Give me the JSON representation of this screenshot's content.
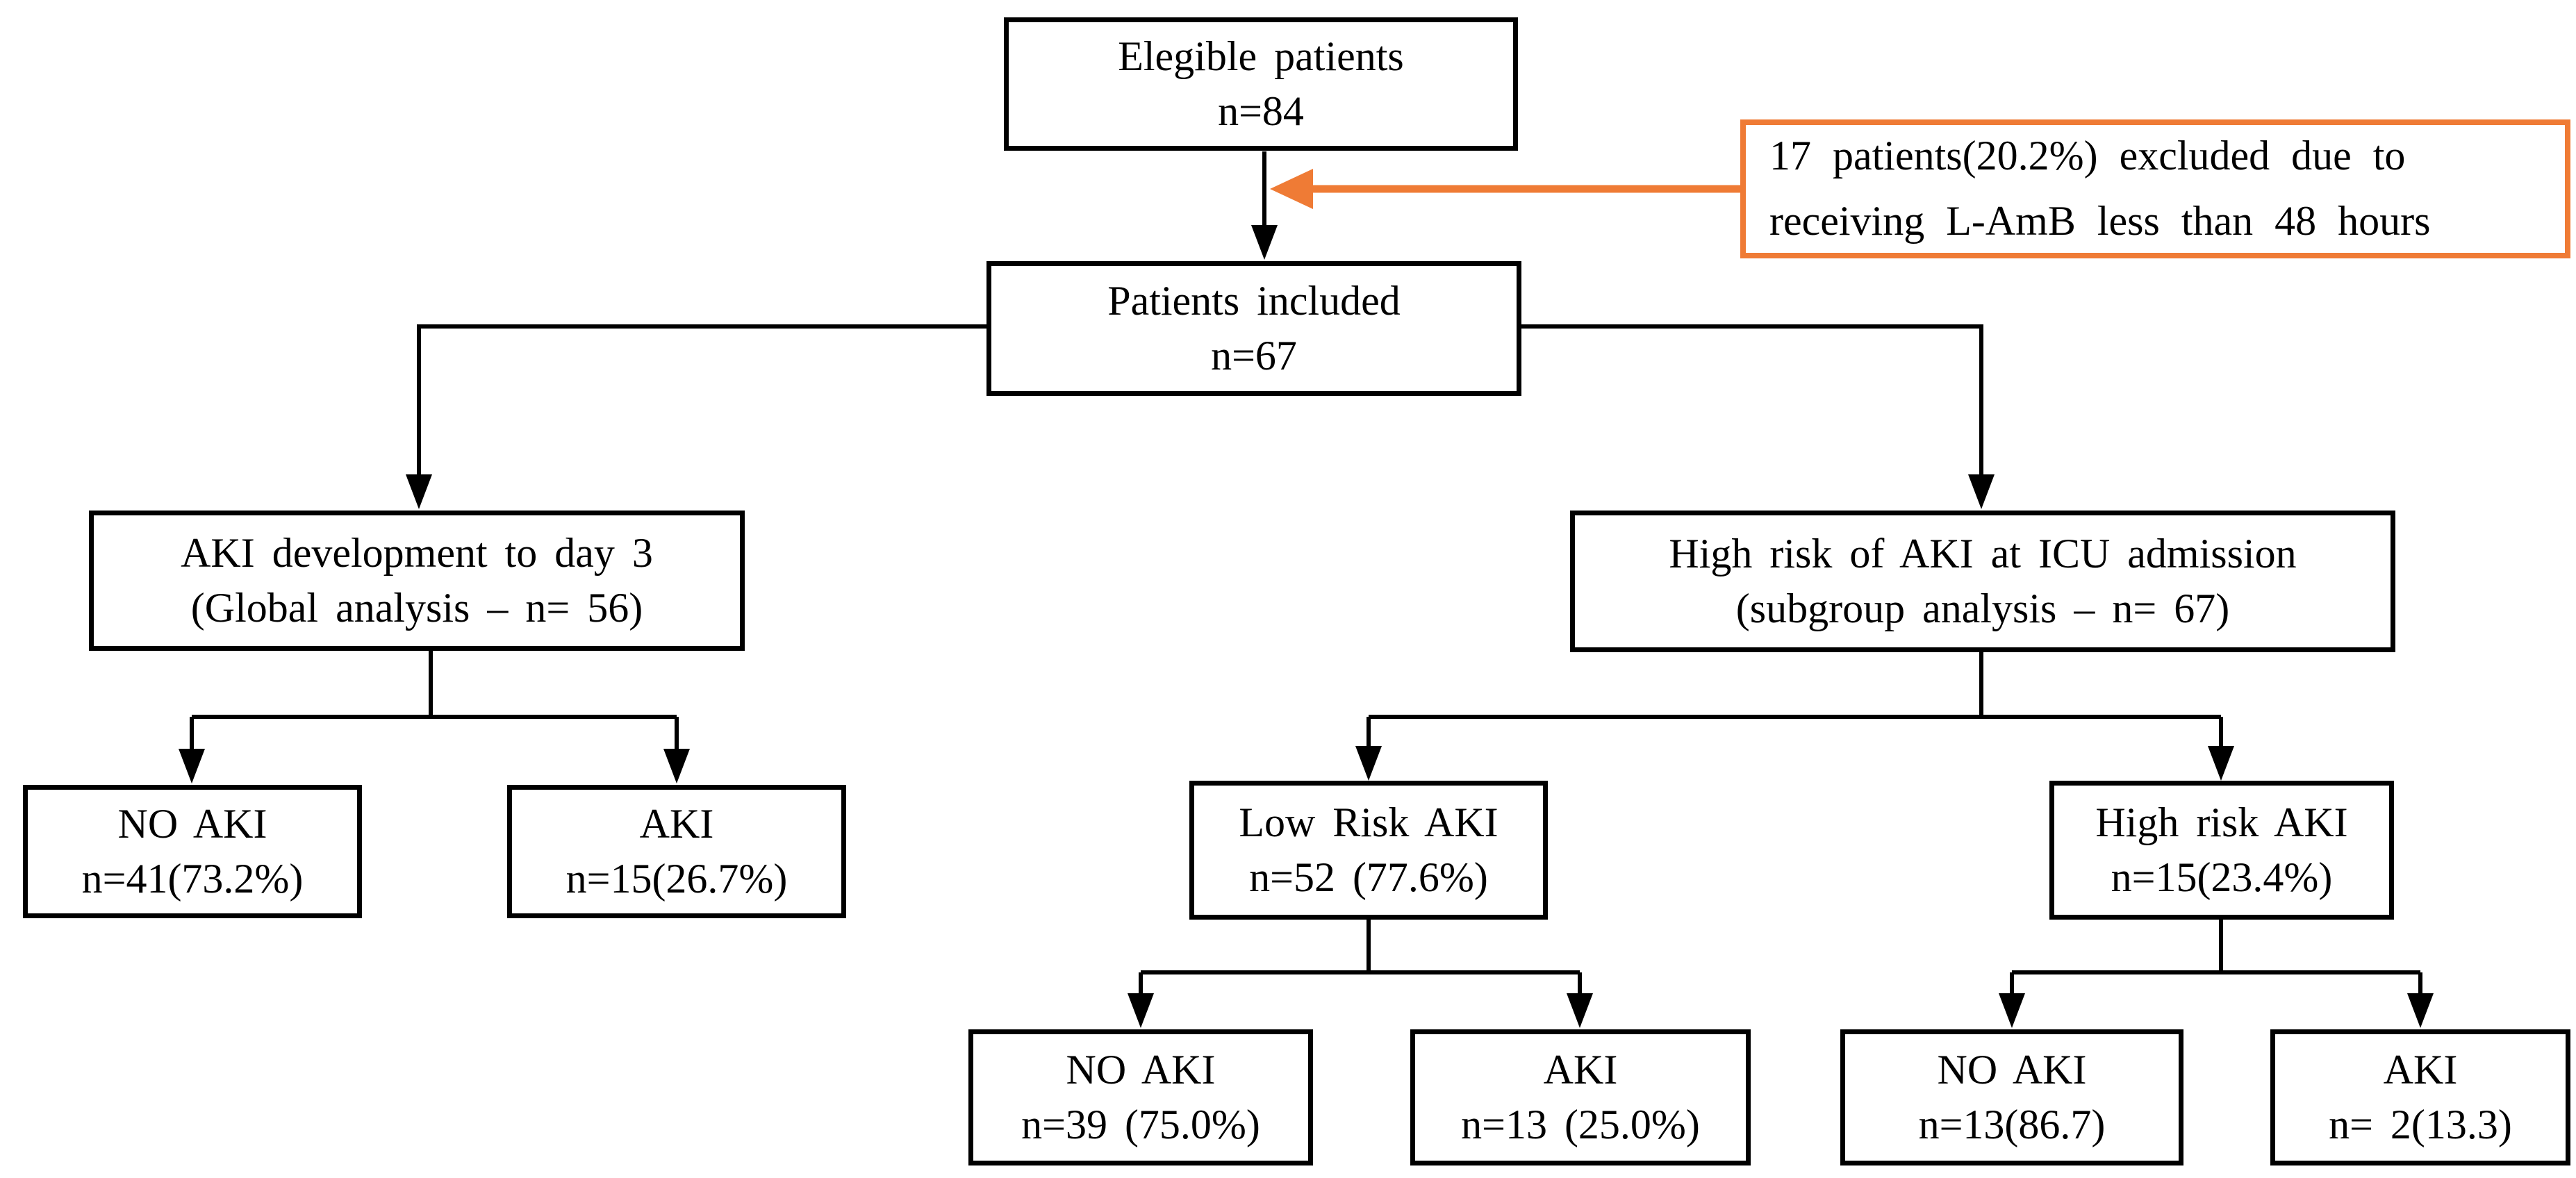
{
  "figure": {
    "type": "patient-flow-diagram"
  },
  "colors": {
    "box_border": "#000000",
    "excluded_border": "#EF7B35",
    "text": "#000000",
    "background": "#FFFFFF"
  },
  "nodes": {
    "eligible": {
      "line1": "Elegible patients",
      "line2": "n=84"
    },
    "excluded": {
      "line1": "17 patients(20.2%) excluded due to",
      "line2": "receiving L-AmB less than 48 hours"
    },
    "included": {
      "line1": "Patients included",
      "line2": "n=67"
    },
    "global_analysis": {
      "line1": "AKI development to day 3",
      "line2": "(Global analysis – n= 56)"
    },
    "subgroup_analysis": {
      "line1": "High risk of AKI at ICU admission",
      "line2": "(subgroup analysis – n= 67)"
    },
    "global_no_aki": {
      "line1": "NO AKI",
      "line2": "n=41(73.2%)"
    },
    "global_aki": {
      "line1": "AKI",
      "line2": "n=15(26.7%)"
    },
    "low_risk": {
      "line1": "Low Risk AKI",
      "line2": "n=52 (77.6%)"
    },
    "high_risk": {
      "line1": "High risk AKI",
      "line2": "n=15(23.4%)"
    },
    "low_risk_no_aki": {
      "line1": "NO AKI",
      "line2": "n=39 (75.0%)"
    },
    "low_risk_aki": {
      "line1": "AKI",
      "line2": "n=13 (25.0%)"
    },
    "high_risk_no_aki": {
      "line1": "NO AKI",
      "line2": "n=13(86.7)"
    },
    "high_risk_aki": {
      "line1": "AKI",
      "line2": "n= 2(13.3)"
    }
  }
}
